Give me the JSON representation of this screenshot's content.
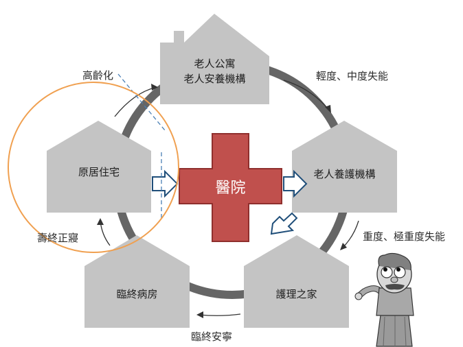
{
  "houses": {
    "senior_apartment": {
      "line1": "老人公寓",
      "line2": "老人安養機構"
    },
    "original_home": {
      "label": "原居住宅"
    },
    "nursing_institution": {
      "label": "老人養護機構"
    },
    "nursing_home": {
      "label": "護理之家"
    },
    "hospice_ward": {
      "label": "臨終病房"
    }
  },
  "hospital": {
    "label": "醫院",
    "color": "#c0504d"
  },
  "arrows": {
    "aging": "高齡化",
    "mild_moderate": "輕度、中度失能",
    "severe": "重度、極重度失能",
    "end_of_life": "臨終安寧",
    "natural_death": "壽終正寢"
  },
  "colors": {
    "house": "#c4c4c4",
    "ring": "#666666",
    "highlight_circle": "#f0a050",
    "outline_arrow": "#1f4e79",
    "dashed_line": "#4a7fb5"
  }
}
